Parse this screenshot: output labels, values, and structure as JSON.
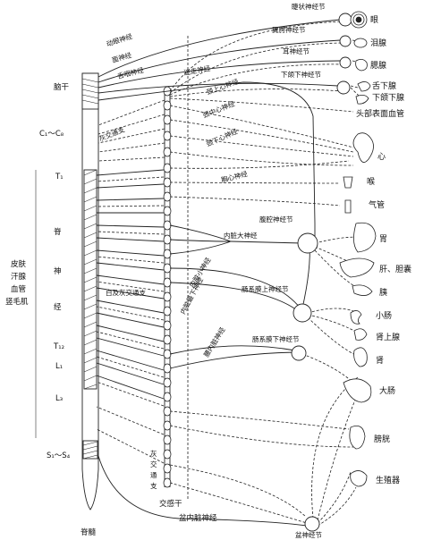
{
  "labels": {
    "spinal_cord": "脊髓",
    "brain_stem": "脑干",
    "cervical_range": "C₁～C₈",
    "t1": "T₁",
    "ji": "脊",
    "shen": "神",
    "jing": "经",
    "t12": "T₁₂",
    "l1": "L₁",
    "l3": "L₃",
    "sacral_range": "S₁～S₄",
    "skin_group": [
      "皮肤",
      "汗腺",
      "血管",
      "竖毛肌"
    ],
    "gray_ramus": "灰交通支",
    "white_gray_ramus": "白及灰交通支",
    "gray_ramus_bottom": [
      "灰",
      "交",
      "通",
      "支"
    ],
    "sympathetic_trunk": "交感干",
    "pelvic_splanchnic": "盆内脏神经"
  },
  "nerves": {
    "oculomotor": "动眼神经",
    "facial": "面神经",
    "glossopharyngeal": "舌咽神经",
    "vagus": "迷走神经",
    "sup_cervical_cardiac": "颈上心神经",
    "mid_cervical_cardiac": "颈中心神经",
    "inf_cervical_cardiac": "颈下心神经",
    "thoracic_cardiac": "胸心神经",
    "greater_splanchnic": "内脏大神经",
    "lesser_splanchnic": "内脏小神经",
    "least_splanchnic": "内脏最下神经",
    "lumbar_splanchnic": "腰内脏神经"
  },
  "ganglia": {
    "ciliary": "睫状神经节",
    "pterygopalatine": "翼腭神经节",
    "otic": "耳神经节",
    "submandibular": "下颌下神经节",
    "celiac": "腹腔神经节",
    "sup_mesenteric": "肠系膜上神经节",
    "inf_mesenteric": "肠系膜下神经节",
    "pelvic": "盆神经节"
  },
  "organs": {
    "eye": "眼",
    "lacrimal": "泪腺",
    "parotid": "腮腺",
    "sublingual": "舌下腺",
    "submandibular_gland": "下颌下腺",
    "head_vessels": "头部表面血管",
    "heart": "心",
    "larynx": "喉",
    "trachea": "气管",
    "stomach": "胃",
    "liver": "肝、胆囊",
    "pancreas": "胰",
    "small_intestine": "小肠",
    "adrenal": "肾上腺",
    "kidney": "肾",
    "large_intestine": "大肠",
    "bladder": "膀胱",
    "genitals": "生殖器"
  }
}
